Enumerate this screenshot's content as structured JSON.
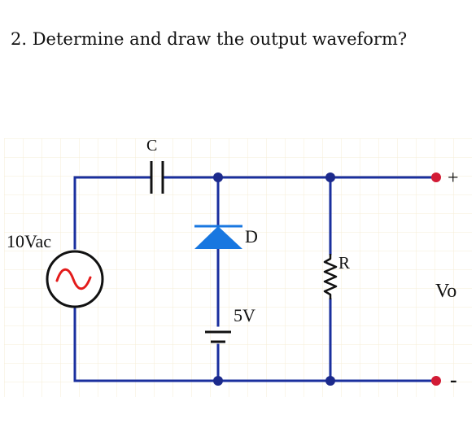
{
  "question": "2. Determine and draw the output waveform?",
  "circuit": {
    "source_label": "10Vac",
    "capacitor_label": "C",
    "diode_label": "D",
    "battery_label": "5V",
    "resistor_label": "R",
    "output_label": "Vo",
    "output_plus": "+",
    "output_minus": "-",
    "colors": {
      "wire": "#1a2f9e",
      "node": "#1c2a8c",
      "terminal": "#d21b35",
      "diode": "#1877e0",
      "sine": "#e31b1b",
      "grid": "#f6ecd6"
    }
  }
}
